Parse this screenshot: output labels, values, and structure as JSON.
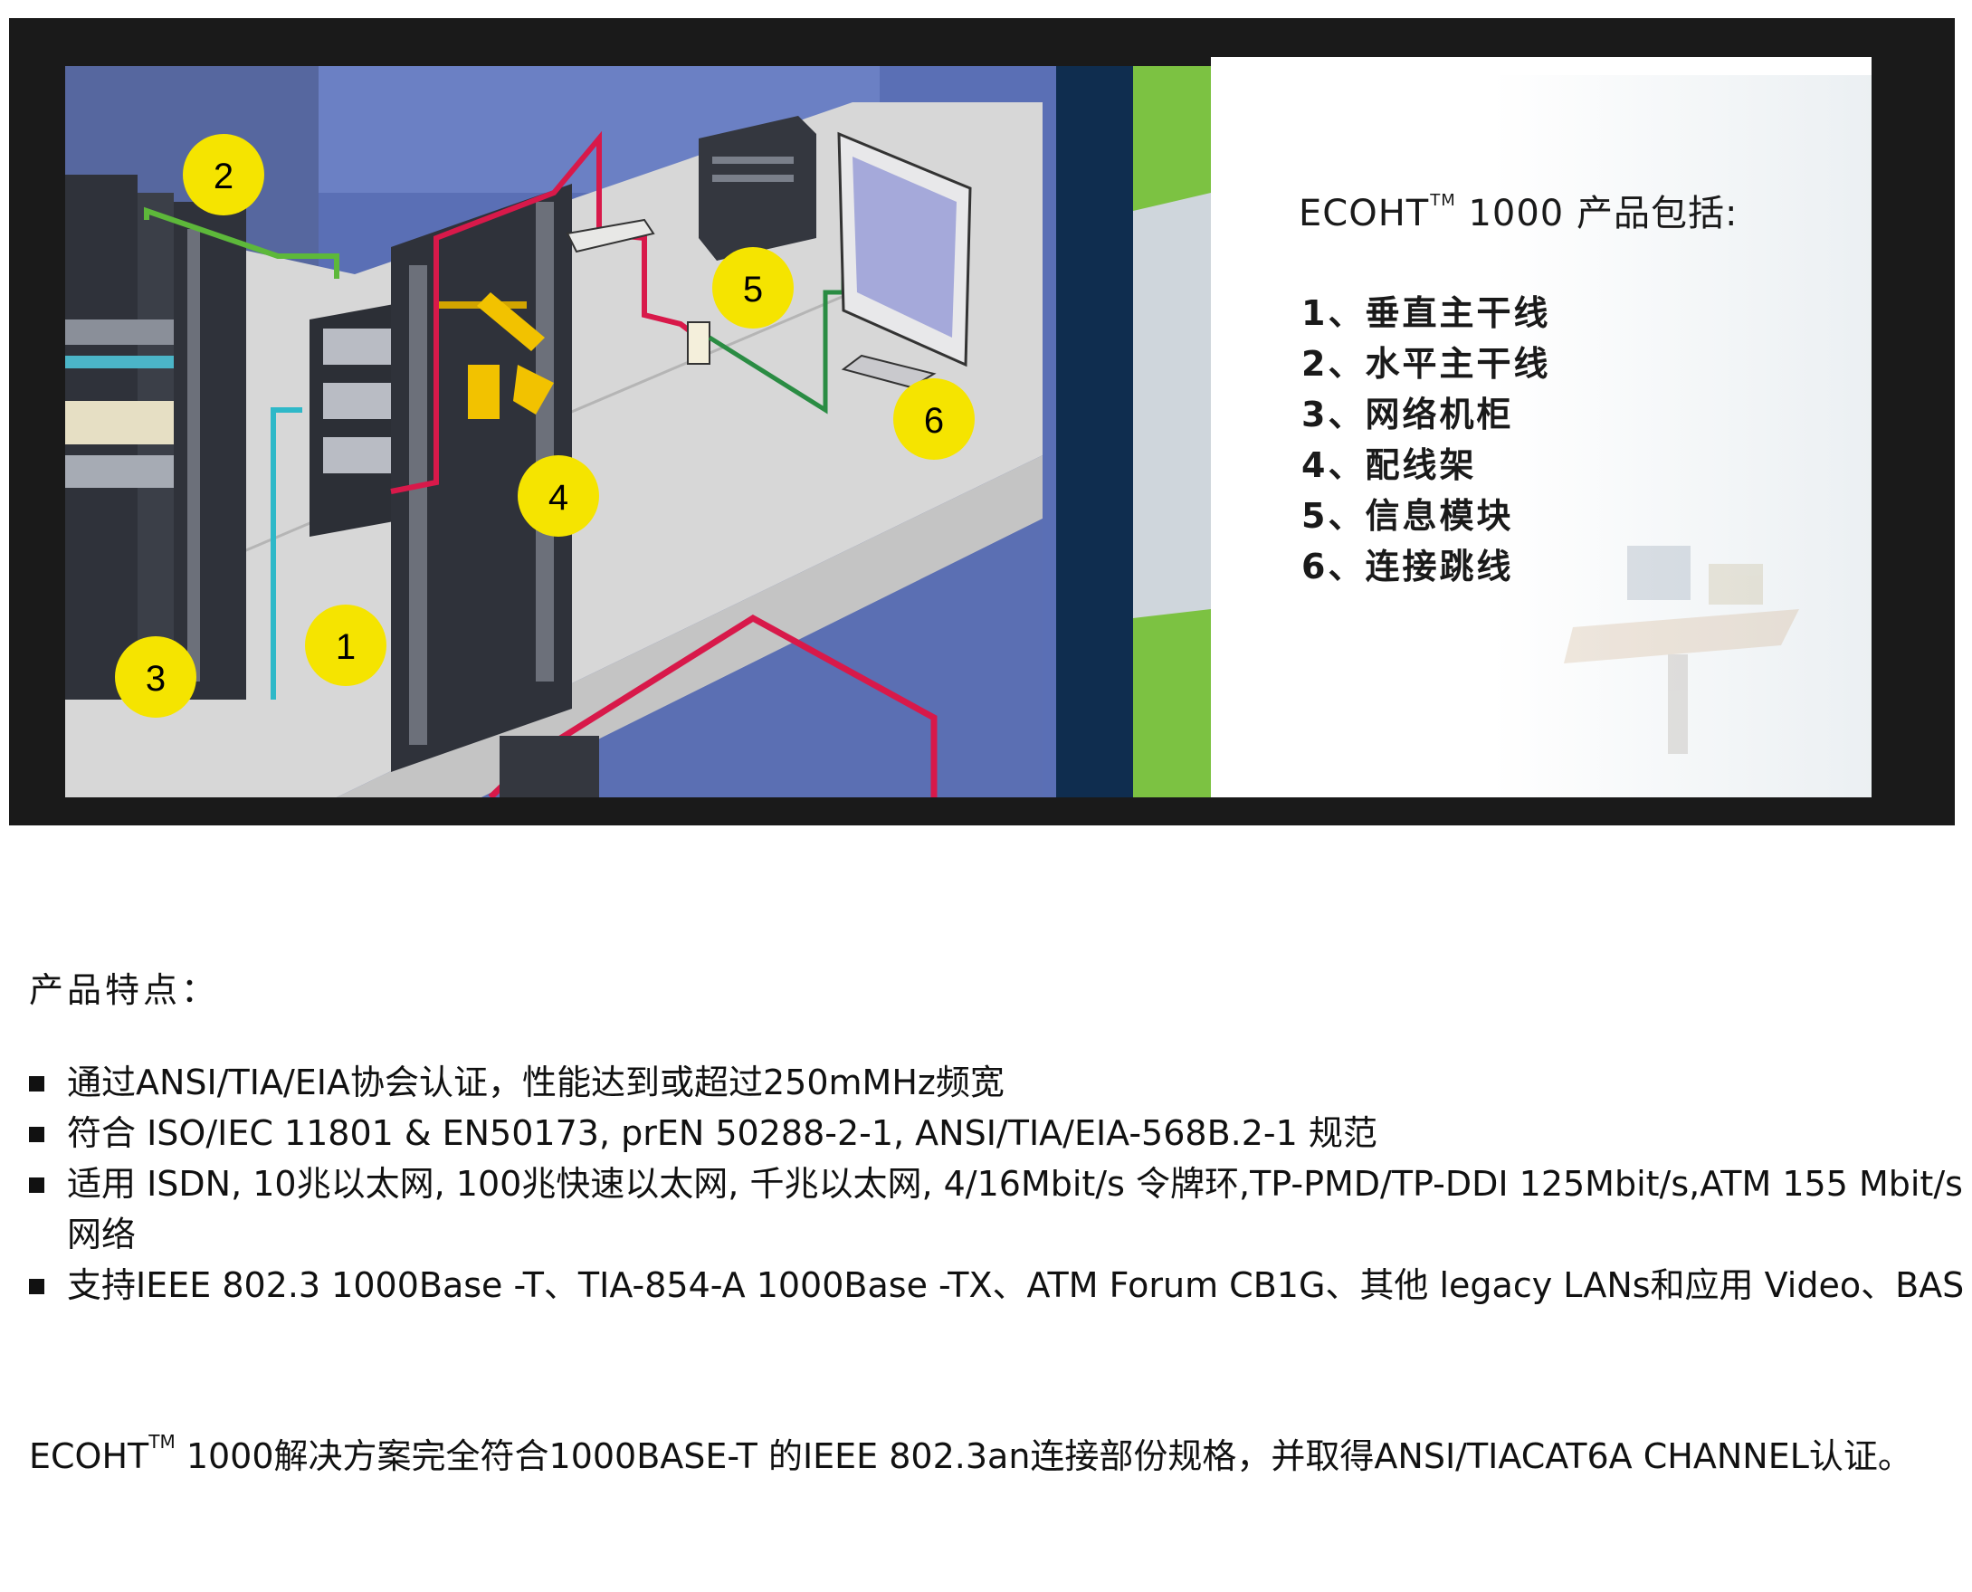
{
  "banner": {
    "callouts": [
      "1",
      "2",
      "3",
      "4",
      "5",
      "6"
    ],
    "panel": {
      "title_brand": "ECOHT",
      "title_tm": "TM",
      "title_rest": " 1000 产品包括:",
      "items": [
        "1、垂直主干线",
        "2、水平主干线",
        "3、网络机柜",
        "4、配线架",
        "5、信息模块",
        "6、连接跳线"
      ]
    }
  },
  "features": {
    "heading": "产品特点：",
    "items": [
      "通过ANSI/TIA/EIA协会认证，性能达到或超过250mMHz频宽",
      "符合 ISO/IEC 11801 & EN50173, prEN 50288-2-1, ANSI/TIA/EIA-568B.2-1 规范",
      "适用 ISDN, 10兆以太网, 100兆快速以太网, 千兆以太网, 4/16Mbit/s 令牌环,TP-PMD/TP-DDI 125Mbit/s,ATM 155 Mbit/s网络",
      "支持IEEE 802.3 1000Base -T、TIA-854-A 1000Base -TX、ATM Forum CB1G、其他 legacy LANs和应用 Video、BAS"
    ]
  },
  "footer": {
    "brand": "ECOHT",
    "tm": "TM",
    "text": " 1000解决方案完全符合1000BASE-T 的IEEE 802.3an连接部份规格，并取得ANSI/TIACAT6A CHANNEL认证。"
  },
  "colors": {
    "banner_bg": "#1a1a1a",
    "wall_blue": "#5a6fb5",
    "floor_gray": "#d9d9d9",
    "rack": "#3a3d45",
    "callout_yellow": "#f5e400",
    "cable_red": "#d8194a",
    "cable_green": "#5db83a",
    "cable_cyan": "#2eb8c8",
    "navy": "#0f2d4f",
    "accent_green": "#7cc242"
  }
}
